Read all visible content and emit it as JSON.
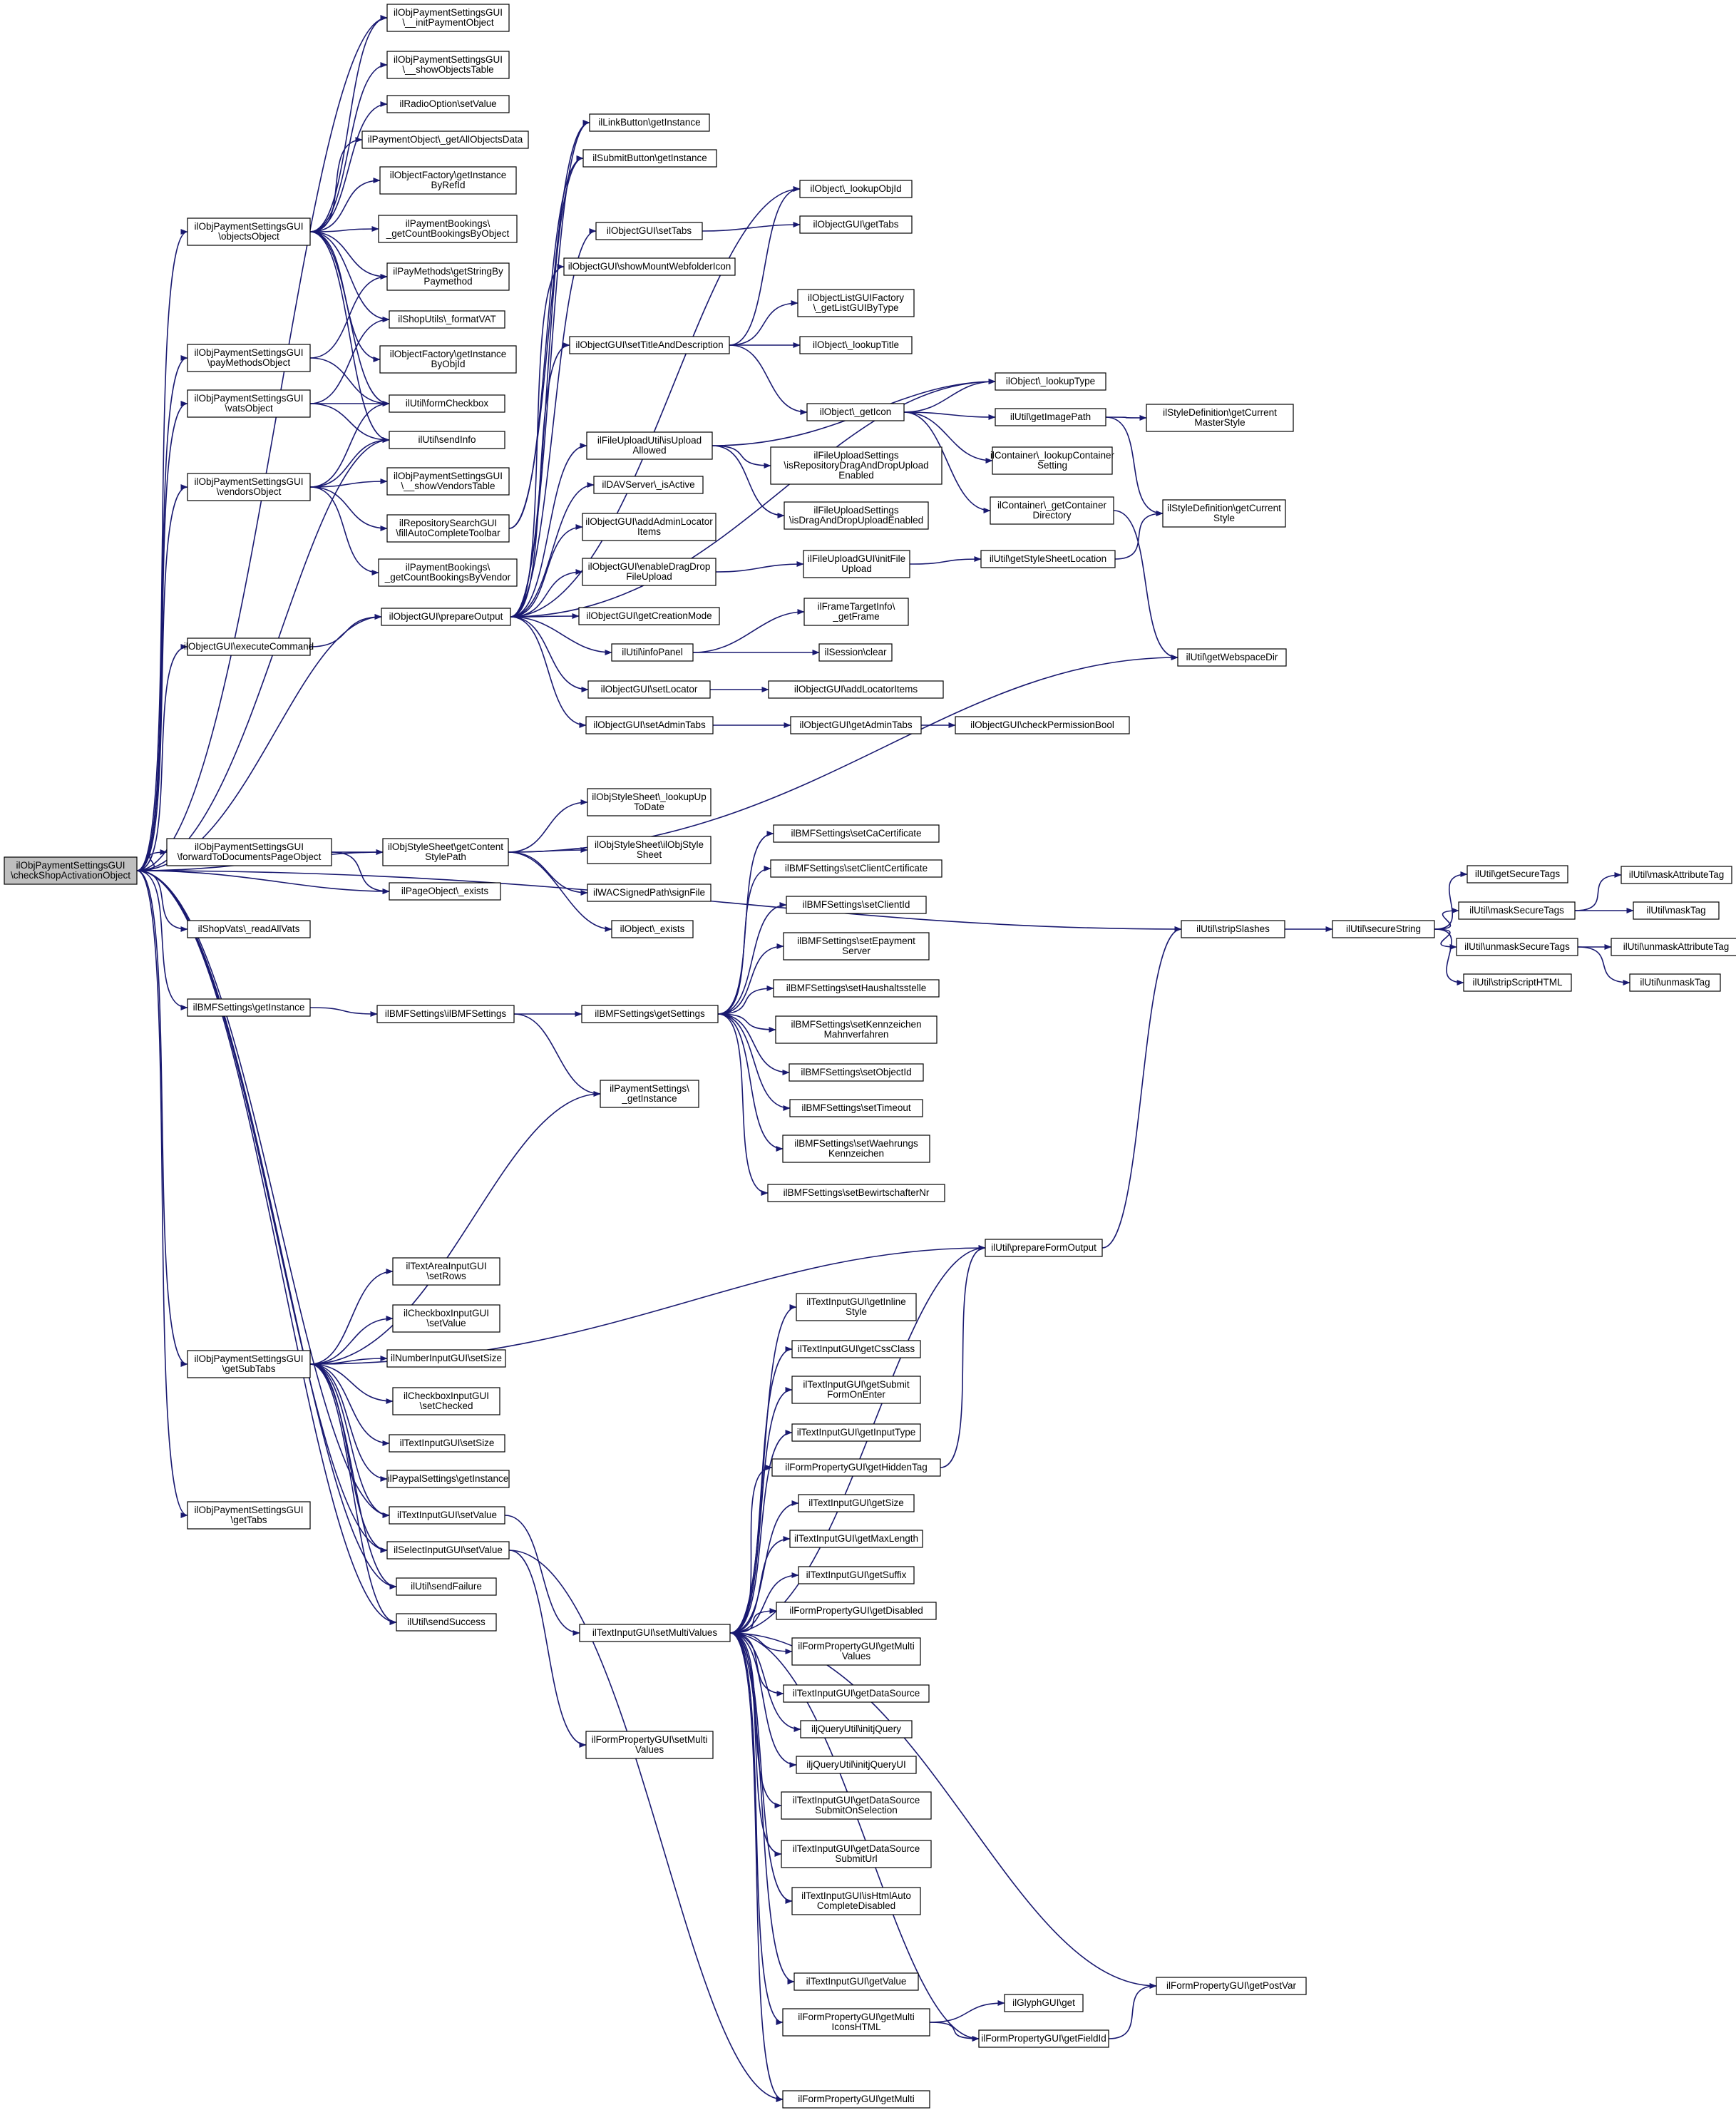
{
  "colors": {
    "edge": "#191970",
    "node_fill": "#ffffff",
    "root_fill": "#bfbfbf",
    "border": "#000000"
  },
  "root": "checkShopActivationObject",
  "nodes": [
    {
      "id": "checkShopActivationObject",
      "lines": [
        "ilObjPaymentSettingsGUI",
        "\\checkShopActivationObject"
      ]
    },
    {
      "id": "initPaymentObject",
      "lines": [
        "ilObjPaymentSettingsGUI",
        "\\__initPaymentObject"
      ]
    },
    {
      "id": "showObjectsTable",
      "lines": [
        "ilObjPaymentSettingsGUI",
        "\\__showObjectsTable"
      ]
    },
    {
      "id": "radioSetValue",
      "lines": [
        "ilRadioOption\\setValue"
      ]
    },
    {
      "id": "getAllObjectsData",
      "lines": [
        "ilPaymentObject\\_getAllObjectsData"
      ]
    },
    {
      "id": "getInstanceByRefId",
      "lines": [
        "ilObjectFactory\\getInstance",
        "ByRefId"
      ]
    },
    {
      "id": "getCountBookingsByObject",
      "lines": [
        "ilPaymentBookings\\",
        "_getCountBookingsByObject"
      ]
    },
    {
      "id": "objectsObject",
      "lines": [
        "ilObjPaymentSettingsGUI",
        "\\objectsObject"
      ]
    },
    {
      "id": "getStringByPaymethod",
      "lines": [
        "ilPayMethods\\getStringBy",
        "Paymethod"
      ]
    },
    {
      "id": "formatVAT",
      "lines": [
        "ilShopUtils\\_formatVAT"
      ]
    },
    {
      "id": "payMethodsObject",
      "lines": [
        "ilObjPaymentSettingsGUI",
        "\\payMethodsObject"
      ]
    },
    {
      "id": "getInstanceByObjId",
      "lines": [
        "ilObjectFactory\\getInstance",
        "ByObjId"
      ]
    },
    {
      "id": "vatsObject",
      "lines": [
        "ilObjPaymentSettingsGUI",
        "\\vatsObject"
      ]
    },
    {
      "id": "formCheckbox",
      "lines": [
        "ilUtil\\formCheckbox"
      ]
    },
    {
      "id": "sendInfo",
      "lines": [
        "ilUtil\\sendInfo"
      ]
    },
    {
      "id": "vendorsObject",
      "lines": [
        "ilObjPaymentSettingsGUI",
        "\\vendorsObject"
      ]
    },
    {
      "id": "showVendorsTable",
      "lines": [
        "ilObjPaymentSettingsGUI",
        "\\__showVendorsTable"
      ]
    },
    {
      "id": "fillAutoCompleteToolbar",
      "lines": [
        "ilRepositorySearchGUI",
        "\\fillAutoCompleteToolbar"
      ]
    },
    {
      "id": "getCountBookingsByVendor",
      "lines": [
        "ilPaymentBookings\\",
        "_getCountBookingsByVendor"
      ]
    },
    {
      "id": "executeCommand",
      "lines": [
        "ilObjectGUI\\executeCommand"
      ]
    },
    {
      "id": "prepareOutput",
      "lines": [
        "ilObjectGUI\\prepareOutput"
      ]
    },
    {
      "id": "linkButtonGetInstance",
      "lines": [
        "ilLinkButton\\getInstance"
      ]
    },
    {
      "id": "submitButtonGetInstance",
      "lines": [
        "ilSubmitButton\\getInstance"
      ]
    },
    {
      "id": "lookupObjId",
      "lines": [
        "ilObject\\_lookupObjId"
      ]
    },
    {
      "id": "setTabs",
      "lines": [
        "ilObjectGUI\\setTabs"
      ]
    },
    {
      "id": "getTabsObjectGUI",
      "lines": [
        "ilObjectGUI\\getTabs"
      ]
    },
    {
      "id": "showMountWebfolderIcon",
      "lines": [
        "ilObjectGUI\\showMountWebfolderIcon"
      ]
    },
    {
      "id": "getListGUIByType",
      "lines": [
        "ilObjectListGUIFactory",
        "\\_getListGUIByType"
      ]
    },
    {
      "id": "setTitleAndDescription",
      "lines": [
        "ilObjectGUI\\setTitleAndDescription"
      ]
    },
    {
      "id": "lookupTitle",
      "lines": [
        "ilObject\\_lookupTitle"
      ]
    },
    {
      "id": "lookupType",
      "lines": [
        "ilObject\\_lookupType"
      ]
    },
    {
      "id": "getIcon",
      "lines": [
        "ilObject\\_getIcon"
      ]
    },
    {
      "id": "getImagePath",
      "lines": [
        "ilUtil\\getImagePath"
      ]
    },
    {
      "id": "getCurrentMasterStyle",
      "lines": [
        "ilStyleDefinition\\getCurrent",
        "MasterStyle"
      ]
    },
    {
      "id": "isUploadAllowed",
      "lines": [
        "ilFileUploadUtil\\isUpload",
        "Allowed"
      ]
    },
    {
      "id": "isRepositoryDragAndDropUploadEnabled",
      "lines": [
        "ilFileUploadSettings",
        "\\isRepositoryDragAndDropUpload",
        "Enabled"
      ]
    },
    {
      "id": "lookupContainerSetting",
      "lines": [
        "ilContainer\\_lookupContainer",
        "Setting"
      ]
    },
    {
      "id": "isActive",
      "lines": [
        "ilDAVServer\\_isActive"
      ]
    },
    {
      "id": "isDragAndDropUploadEnabled",
      "lines": [
        "ilFileUploadSettings",
        "\\isDragAndDropUploadEnabled"
      ]
    },
    {
      "id": "getContainerDirectory",
      "lines": [
        "ilContainer\\_getContainer",
        "Directory"
      ]
    },
    {
      "id": "getCurrentStyle",
      "lines": [
        "ilStyleDefinition\\getCurrent",
        "Style"
      ]
    },
    {
      "id": "addAdminLocatorItems",
      "lines": [
        "ilObjectGUI\\addAdminLocator",
        "Items"
      ]
    },
    {
      "id": "enableDragDropFileUpload",
      "lines": [
        "ilObjectGUI\\enableDragDrop",
        "FileUpload"
      ]
    },
    {
      "id": "initFileUpload",
      "lines": [
        "ilFileUploadGUI\\initFile",
        "Upload"
      ]
    },
    {
      "id": "getStyleSheetLocation",
      "lines": [
        "ilUtil\\getStyleSheetLocation"
      ]
    },
    {
      "id": "getCreationMode",
      "lines": [
        "ilObjectGUI\\getCreationMode"
      ]
    },
    {
      "id": "getFrame",
      "lines": [
        "ilFrameTargetInfo\\",
        "_getFrame"
      ]
    },
    {
      "id": "infoPanel",
      "lines": [
        "ilUtil\\infoPanel"
      ]
    },
    {
      "id": "sessionClear",
      "lines": [
        "ilSession\\clear"
      ]
    },
    {
      "id": "getWebspaceDir",
      "lines": [
        "ilUtil\\getWebspaceDir"
      ]
    },
    {
      "id": "setLocator",
      "lines": [
        "ilObjectGUI\\setLocator"
      ]
    },
    {
      "id": "addLocatorItems",
      "lines": [
        "ilObjectGUI\\addLocatorItems"
      ]
    },
    {
      "id": "setAdminTabs",
      "lines": [
        "ilObjectGUI\\setAdminTabs"
      ]
    },
    {
      "id": "getAdminTabs",
      "lines": [
        "ilObjectGUI\\getAdminTabs"
      ]
    },
    {
      "id": "checkPermissionBool",
      "lines": [
        "ilObjectGUI\\checkPermissionBool"
      ]
    },
    {
      "id": "lookUpToDate",
      "lines": [
        "ilObjStyleSheet\\_lookupUp",
        "ToDate"
      ]
    },
    {
      "id": "forwardToDocumentsPageObject",
      "lines": [
        "ilObjPaymentSettingsGUI",
        "\\forwardToDocumentsPageObject"
      ]
    },
    {
      "id": "getContentStylePath",
      "lines": [
        "ilObjStyleSheet\\getContent",
        "StylePath"
      ]
    },
    {
      "id": "ilObjStyleSheet",
      "lines": [
        "ilObjStyleSheet\\ilObjStyle",
        "Sheet"
      ]
    },
    {
      "id": "setCaCertificate",
      "lines": [
        "ilBMFSettings\\setCaCertificate"
      ]
    },
    {
      "id": "setClientCertificate",
      "lines": [
        "ilBMFSettings\\setClientCertificate"
      ]
    },
    {
      "id": "getSecureTags",
      "lines": [
        "ilUtil\\getSecureTags"
      ]
    },
    {
      "id": "maskAttributeTag",
      "lines": [
        "ilUtil\\maskAttributeTag"
      ]
    },
    {
      "id": "signFile",
      "lines": [
        "ilWACSignedPath\\signFile"
      ]
    },
    {
      "id": "maskSecureTags",
      "lines": [
        "ilUtil\\maskSecureTags"
      ]
    },
    {
      "id": "pageObjectExists",
      "lines": [
        "ilPageObject\\_exists"
      ]
    },
    {
      "id": "setClientId",
      "lines": [
        "ilBMFSettings\\setClientId"
      ]
    },
    {
      "id": "maskTag",
      "lines": [
        "ilUtil\\maskTag"
      ]
    },
    {
      "id": "objectExists",
      "lines": [
        "ilObject\\_exists"
      ]
    },
    {
      "id": "stripSlashes",
      "lines": [
        "ilUtil\\stripSlashes"
      ]
    },
    {
      "id": "secureString",
      "lines": [
        "ilUtil\\secureString"
      ]
    },
    {
      "id": "readAllVats",
      "lines": [
        "ilShopVats\\_readAllVats"
      ]
    },
    {
      "id": "setEpaymentServer",
      "lines": [
        "ilBMFSettings\\setEpayment",
        "Server"
      ]
    },
    {
      "id": "unmaskSecureTags",
      "lines": [
        "ilUtil\\unmaskSecureTags"
      ]
    },
    {
      "id": "unmaskAttributeTag",
      "lines": [
        "ilUtil\\unmaskAttributeTag"
      ]
    },
    {
      "id": "stripScriptHTML",
      "lines": [
        "ilUtil\\stripScriptHTML"
      ]
    },
    {
      "id": "unmaskTag",
      "lines": [
        "ilUtil\\unmaskTag"
      ]
    },
    {
      "id": "setHaushaltsstelle",
      "lines": [
        "ilBMFSettings\\setHaushaltsstelle"
      ]
    },
    {
      "id": "bmfGetInstance",
      "lines": [
        "ilBMFSettings\\getInstance"
      ]
    },
    {
      "id": "ilBMFSettings",
      "lines": [
        "ilBMFSettings\\ilBMFSettings"
      ]
    },
    {
      "id": "getSettings",
      "lines": [
        "ilBMFSettings\\getSettings"
      ]
    },
    {
      "id": "setKennzeichenMahnverfahren",
      "lines": [
        "ilBMFSettings\\setKennzeichen",
        "Mahnverfahren"
      ]
    },
    {
      "id": "setObjectId",
      "lines": [
        "ilBMFSettings\\setObjectId"
      ]
    },
    {
      "id": "paymentSettingsGetInstance",
      "lines": [
        "ilPaymentSettings\\",
        "_getInstance"
      ]
    },
    {
      "id": "setTimeout",
      "lines": [
        "ilBMFSettings\\setTimeout"
      ]
    },
    {
      "id": "setWaehrungsKennzeichen",
      "lines": [
        "ilBMFSettings\\setWaehrungs",
        "Kennzeichen"
      ]
    },
    {
      "id": "setBewirtschafterNr",
      "lines": [
        "ilBMFSettings\\setBewirtschafterNr"
      ]
    },
    {
      "id": "prepareFormOutput",
      "lines": [
        "ilUtil\\prepareFormOutput"
      ]
    },
    {
      "id": "textAreaSetRows",
      "lines": [
        "ilTextAreaInputGUI",
        "\\setRows"
      ]
    },
    {
      "id": "getInlineStyle",
      "lines": [
        "ilTextInputGUI\\getInline",
        "Style"
      ]
    },
    {
      "id": "checkboxSetValue",
      "lines": [
        "ilCheckboxInputGUI",
        "\\setValue"
      ]
    },
    {
      "id": "getCssClass",
      "lines": [
        "ilTextInputGUI\\getCssClass"
      ]
    },
    {
      "id": "numberSetSize",
      "lines": [
        "ilNumberInputGUI\\setSize"
      ]
    },
    {
      "id": "getSubmitFormOnEnter",
      "lines": [
        "ilTextInputGUI\\getSubmit",
        "FormOnEnter"
      ]
    },
    {
      "id": "getSubTabs",
      "lines": [
        "ilObjPaymentSettingsGUI",
        "\\getSubTabs"
      ]
    },
    {
      "id": "setChecked",
      "lines": [
        "ilCheckboxInputGUI",
        "\\setChecked"
      ]
    },
    {
      "id": "getInputType",
      "lines": [
        "ilTextInputGUI\\getInputType"
      ]
    },
    {
      "id": "textSetSize",
      "lines": [
        "ilTextInputGUI\\setSize"
      ]
    },
    {
      "id": "getHiddenTag",
      "lines": [
        "ilFormPropertyGUI\\getHiddenTag"
      ]
    },
    {
      "id": "paypalGetInstance",
      "lines": [
        "ilPaypalSettings\\getInstance"
      ]
    },
    {
      "id": "getSize",
      "lines": [
        "ilTextInputGUI\\getSize"
      ]
    },
    {
      "id": "getTabsPayment",
      "lines": [
        "ilObjPaymentSettingsGUI",
        "\\getTabs"
      ]
    },
    {
      "id": "textSetValue",
      "lines": [
        "ilTextInputGUI\\setValue"
      ]
    },
    {
      "id": "getMaxLength",
      "lines": [
        "ilTextInputGUI\\getMaxLength"
      ]
    },
    {
      "id": "selectSetValue",
      "lines": [
        "ilSelectInputGUI\\setValue"
      ]
    },
    {
      "id": "getSuffix",
      "lines": [
        "ilTextInputGUI\\getSuffix"
      ]
    },
    {
      "id": "sendFailure",
      "lines": [
        "ilUtil\\sendFailure"
      ]
    },
    {
      "id": "getDisabled",
      "lines": [
        "ilFormPropertyGUI\\getDisabled"
      ]
    },
    {
      "id": "sendSuccess",
      "lines": [
        "ilUtil\\sendSuccess"
      ]
    },
    {
      "id": "setMultiValues",
      "lines": [
        "ilTextInputGUI\\setMultiValues"
      ]
    },
    {
      "id": "getMultiValues",
      "lines": [
        "ilFormPropertyGUI\\getMulti",
        "Values"
      ]
    },
    {
      "id": "getDataSource",
      "lines": [
        "ilTextInputGUI\\getDataSource"
      ]
    },
    {
      "id": "initjQuery",
      "lines": [
        "iljQueryUtil\\initjQuery"
      ]
    },
    {
      "id": "formSetMultiValues",
      "lines": [
        "ilFormPropertyGUI\\setMulti",
        "Values"
      ]
    },
    {
      "id": "initjQueryUI",
      "lines": [
        "iljQueryUtil\\initjQueryUI"
      ]
    },
    {
      "id": "getDataSourceSubmitOnSelection",
      "lines": [
        "ilTextInputGUI\\getDataSource",
        "SubmitOnSelection"
      ]
    },
    {
      "id": "getDataSourceSubmitUrl",
      "lines": [
        "ilTextInputGUI\\getDataSource",
        "SubmitUrl"
      ]
    },
    {
      "id": "isHtmlAutoCompleteDisabled",
      "lines": [
        "ilTextInputGUI\\isHtmlAuto",
        "CompleteDisabled"
      ]
    },
    {
      "id": "getPostVar",
      "lines": [
        "ilFormPropertyGUI\\getPostVar"
      ]
    },
    {
      "id": "getValue",
      "lines": [
        "ilTextInputGUI\\getValue"
      ]
    },
    {
      "id": "glyphGet",
      "lines": [
        "ilGlyphGUI\\get"
      ]
    },
    {
      "id": "getMultiIconsHTML",
      "lines": [
        "ilFormPropertyGUI\\getMulti",
        "IconsHTML"
      ]
    },
    {
      "id": "getFieldId",
      "lines": [
        "ilFormPropertyGUI\\getFieldId"
      ]
    },
    {
      "id": "getMulti",
      "lines": [
        "ilFormPropertyGUI\\getMulti"
      ]
    }
  ]
}
